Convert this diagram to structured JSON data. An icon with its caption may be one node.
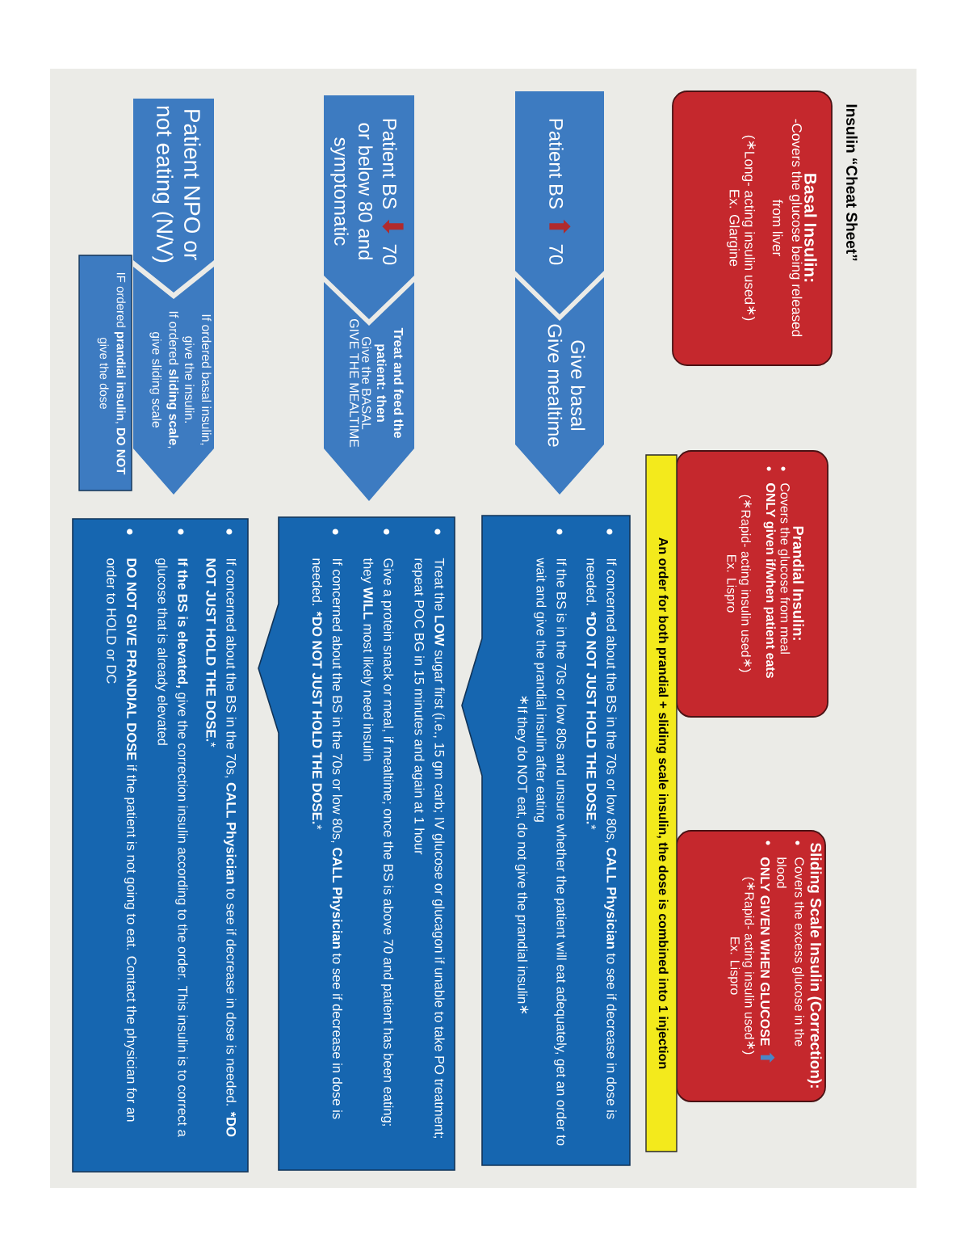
{
  "diagram": {
    "title": "Insulin “Cheat Sheet”",
    "nodes": [
      {
        "text": [
          "Basal Insulin:",
          "-Covers the glucose being released from liver",
          "(∗Long- acting insulin used∗)",
          "Ex. Glargine"
        ]
      },
      {
        "text": [
          "Prandial Insulin:",
          "Covers the glucose from meal",
          "ONLY given if/when patient eats",
          "(∗Rapid- acting insulin used∗)",
          "Ex. Lispro"
        ]
      },
      {
        "text": [
          "Sliding Scale Insulin (Correction):",
          "Covers the excess glucose in the blood",
          "ONLY GIVEN WHEN GLUCOSE ⬆",
          "(∗Rapid- acting insulin used∗)",
          "Ex. Lispro"
        ]
      },
      {
        "text": [
          "An order for both prandial + sliding scale insulin, the dose is combined into 1 injection"
        ]
      },
      {
        "text": [
          "Patient BS ⬆ 70"
        ]
      },
      {
        "text": [
          "Give basal",
          "Give mealtime"
        ]
      },
      {
        "text": [
          "Patient BS ⬇ 70 or below 80 and symptomatic"
        ]
      },
      {
        "text": [
          "Treat and feed the patient: then",
          "Give the BASAL",
          "GIVE THE MEALTIME"
        ]
      },
      {
        "text": [
          "Patient NPO or not eating (N/V)"
        ]
      },
      {
        "text": [
          "If ordered basal insulin, give the insulin.",
          "If ordered **sliding scale**, give sliding scale"
        ]
      },
      {
        "text": [
          "IF ordered **prandial insulin**, **DO NOT** give the dose"
        ]
      },
      {
        "text": [
          "If concerned about the BS in the 70s or low 80s, **CALL Physician** to see if decrease in dose is needed. ***DO NOT JUST HOLD THE DOSE.***",
          "If the BS is in the 70s or low 80s and unsure whether the patient will eat adequately, get an order to wait and give the prandial insulin after eating",
          "∗If they do NOT eat, do not give the prandial insulin∗"
        ]
      },
      {
        "text": [
          "Treat the **LOW** sugar first (i.e., 15 gm carb; IV glucose or glucagon if unable to take PO treatment; repeat POC BG in 15 minutes and again at 1 hour",
          "Give a protein snack or meal, if mealtime; once the BS is above 70 and patient has been eating; they **WILL** most likely need insulin",
          "If concerned about the BS in the 70s or low 80s, **CALL Physician** to see if decrease in dose is needed. ***DO NOT JUST HOLD THE DOSE.***"
        ]
      },
      {
        "text": [
          "If concerned about the BS in the 70s, **CALL Physician** to see if decrease in dose is needed. ***DO NOT JUST HOLD THE DOSE.***",
          "**If the BS is elevated,** give the correction insulin according to the order. This insulin is to correct a glucose that is already elevated",
          "**DO NOT GIVE PRANDIAL DOSE** if the patient is not going to eat. Contact the physician for an order to HOLD or DC"
        ]
      }
    ]
  }
}
